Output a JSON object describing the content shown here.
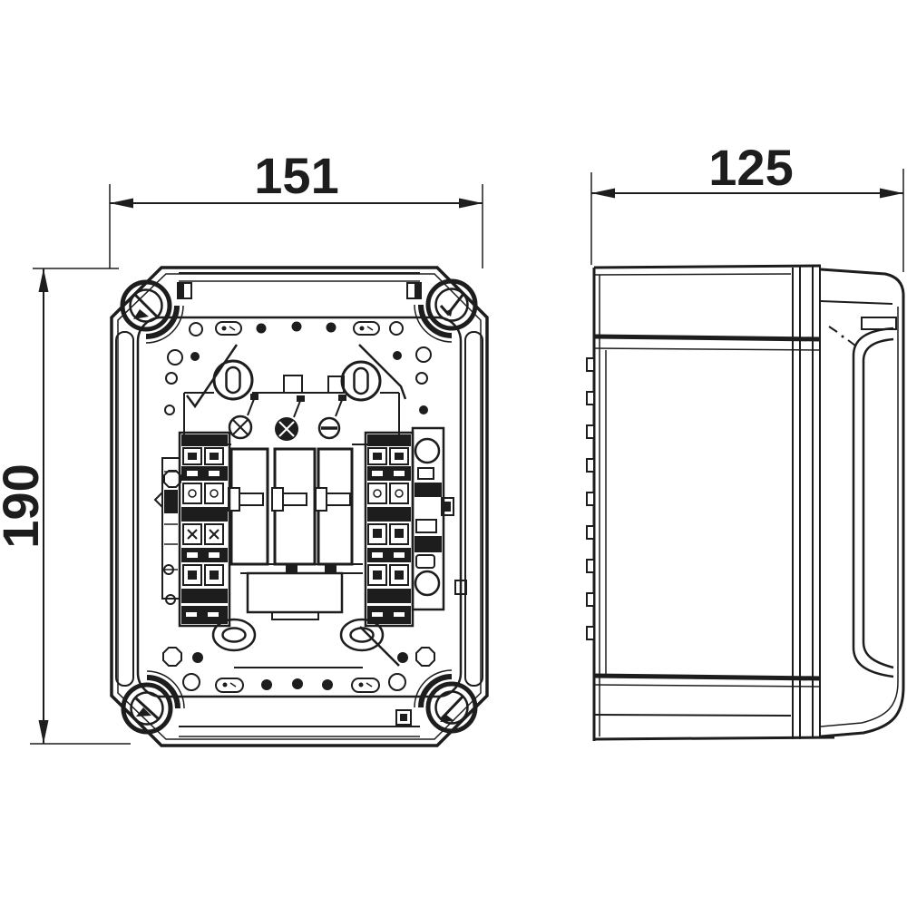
{
  "dimensions": {
    "front_width": "151",
    "front_height": "190",
    "side_depth": "125"
  },
  "colors": {
    "line": "#1d1d1d",
    "background": "#ffffff"
  }
}
